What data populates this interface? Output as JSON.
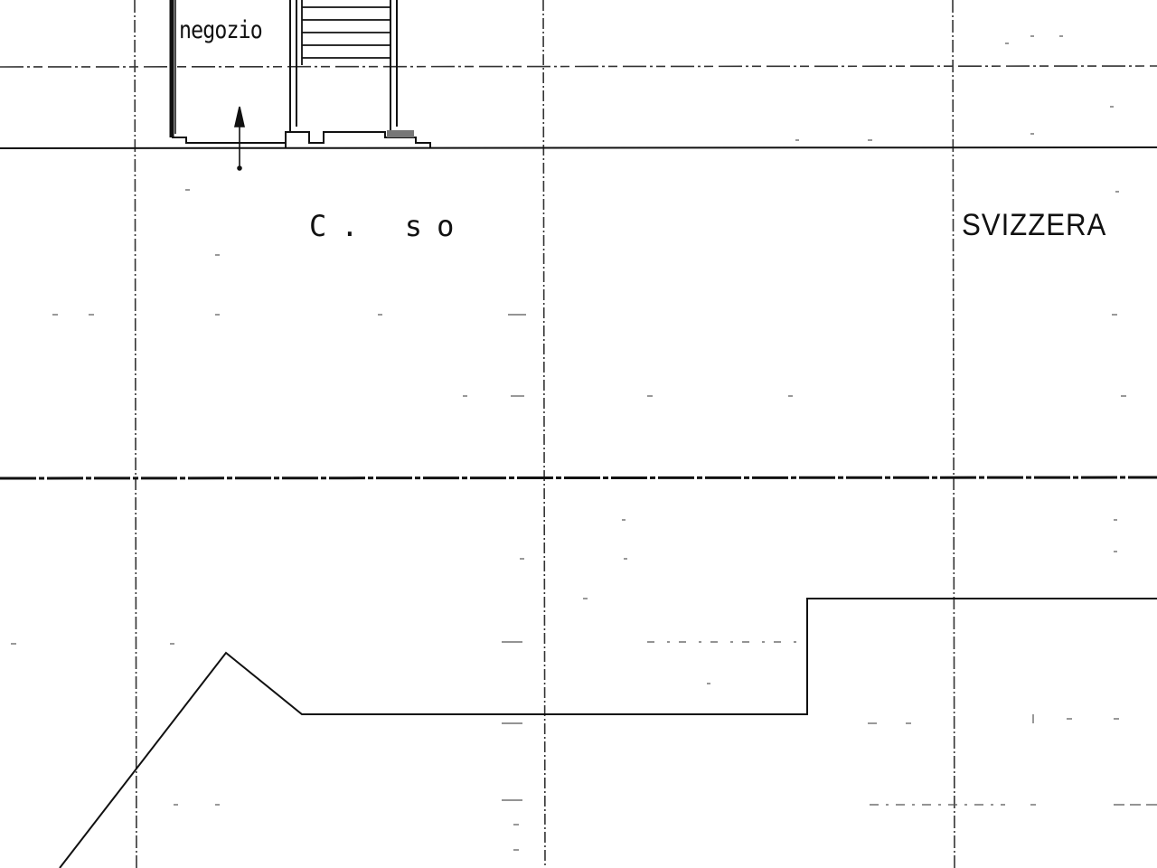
{
  "plan": {
    "labels": {
      "shop": "negozio",
      "street_prefix": "C. so",
      "street_name": "SVIZZERA"
    }
  },
  "colors": {
    "ink": "#111111",
    "paper": "#ffffff",
    "grid": "#333333"
  }
}
